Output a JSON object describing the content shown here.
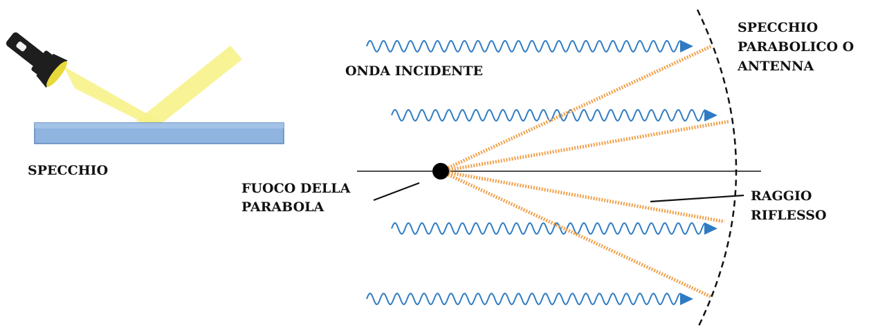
{
  "labels": {
    "mirror": "SPECCHIO",
    "incident_wave": "ONDA INCIDENTE",
    "parabolic_mirror_line1": "SPECCHIO",
    "parabolic_mirror_line2": "PARABOLICO O",
    "parabolic_mirror_line3": "ANTENNA",
    "focus_line1": "FUOCO DELLA",
    "focus_line2": "PARABOLA",
    "reflected_ray_line1": "RAGGIO",
    "reflected_ray_line2": "RIFLESSO"
  },
  "colors": {
    "wave": "#2e7bc4",
    "ray": "#f0a04b",
    "light_beam": "#f7f28a",
    "mirror_fill": "#8eb4df",
    "mirror_stroke": "#5b86bb",
    "ink": "#111111"
  },
  "icons": {
    "flashlight": "flashlight-icon",
    "focus_point": "focus-dot"
  }
}
